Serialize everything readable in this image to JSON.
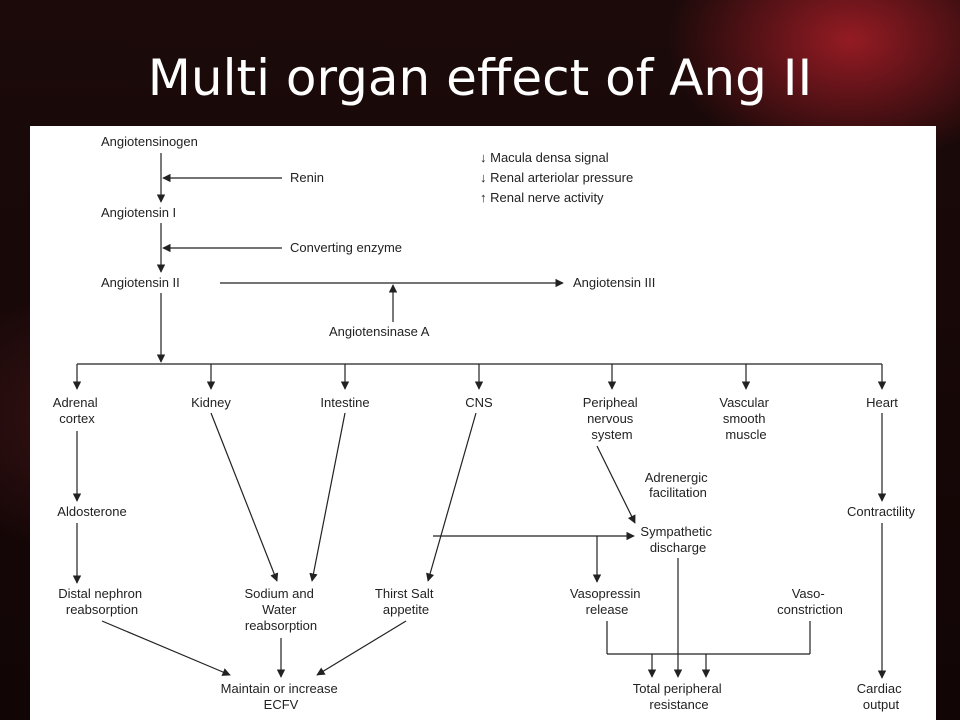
{
  "slide": {
    "title": "Multi organ effect of Ang II"
  },
  "diagram": {
    "cascade": {
      "angiotensinogen": "Angiotensinogen",
      "renin": "Renin",
      "angiotensin_i": "Angiotensin I",
      "converting_enzyme": "Converting enzyme",
      "angiotensin_ii": "Angiotensin II",
      "angiotensin_iii": "Angiotensin III",
      "angiotensinase_a": "Angiotensinase A"
    },
    "renin_stimuli": [
      "↓ Macula densa signal",
      "↓ Renal arteriolar pressure",
      "↑ Renal nerve activity"
    ],
    "targets": {
      "adrenal": [
        "Adrenal",
        "cortex"
      ],
      "kidney": [
        "Kidney"
      ],
      "intestine": [
        "Intestine"
      ],
      "cns": [
        "CNS"
      ],
      "peripheral": [
        "Peripheal",
        "nervous",
        "system"
      ],
      "vascular": [
        "Vascular",
        "smooth",
        "muscle"
      ],
      "heart": [
        "Heart"
      ]
    },
    "effects": {
      "aldosterone": [
        "Aldosterone"
      ],
      "adrenergic": [
        "Adrenergic",
        "facilitation"
      ],
      "sympathetic": [
        "Sympathetic",
        "discharge"
      ],
      "contractility": [
        "Contractility"
      ],
      "distal": [
        "Distal nephron",
        "reabsorption"
      ],
      "sodium": [
        "Sodium and",
        "Water",
        "reabsorption"
      ],
      "thirst": [
        "Thirst Salt",
        "appetite"
      ],
      "vasopressin": [
        "Vasopressin",
        "release"
      ],
      "vasoconstriction": [
        "Vaso-",
        "constriction"
      ]
    },
    "outcomes": {
      "ecfv": [
        "Maintain or increase",
        "ECFV"
      ],
      "tpr": [
        "Total peripheral",
        "resistance"
      ],
      "cardiac": [
        "Cardiac",
        "output"
      ]
    }
  }
}
